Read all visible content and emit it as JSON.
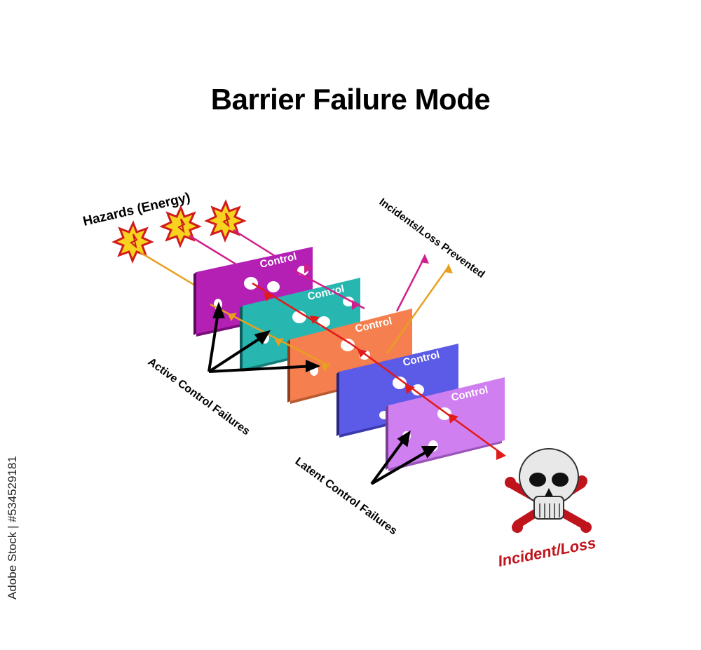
{
  "title": "Barrier Failure Mode",
  "labels": {
    "hazards": "Hazards (Energy)",
    "prevented": "Incidents/Loss Prevented",
    "active_failures": "Active Control Failures",
    "latent_failures": "Latent Control Failures",
    "incident": "Incident/Loss"
  },
  "barriers": [
    {
      "label": "Control",
      "color": "#b41fb4"
    },
    {
      "label": "Control",
      "color": "#27b6b0"
    },
    {
      "label": "Control",
      "color": "#f57f4e"
    },
    {
      "label": "Control",
      "color": "#5b5be8"
    },
    {
      "label": "Control",
      "color": "#cf7ff0"
    }
  ],
  "colors": {
    "ray_magenta": "#d01f8c",
    "ray_orange": "#e8a020",
    "ray_red": "#e21a1a",
    "incident_text": "#c0141c",
    "hazard_fill": "#f7d21e",
    "hazard_stroke": "#d11c1c"
  },
  "icons": [
    "hazard-starburst-icon",
    "skull-crossbones-icon"
  ],
  "stock_id": "Adobe Stock | #534529181"
}
